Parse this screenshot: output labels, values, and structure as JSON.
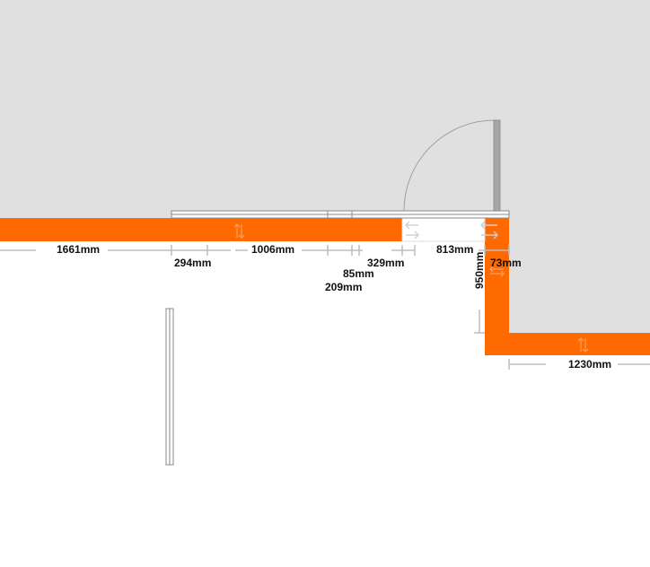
{
  "colors": {
    "room_fill": "#e0e0e0",
    "wall": "#ff6a00",
    "dimension_line": "#bdbdbd",
    "text": "#111111",
    "door": "#9e9e9e",
    "window_frame": "#888888"
  },
  "dimensions": {
    "d1661": "1661mm",
    "d294": "294mm",
    "d1006": "1006mm",
    "d85": "85mm",
    "d209": "209mm",
    "d329": "329mm",
    "d813": "813mm",
    "d950": "950mm",
    "d73": "73mm",
    "d1230": "1230mm"
  },
  "icons": {
    "wall_direction": "double-arrow-icon",
    "door_swing": "door-arc-icon"
  }
}
